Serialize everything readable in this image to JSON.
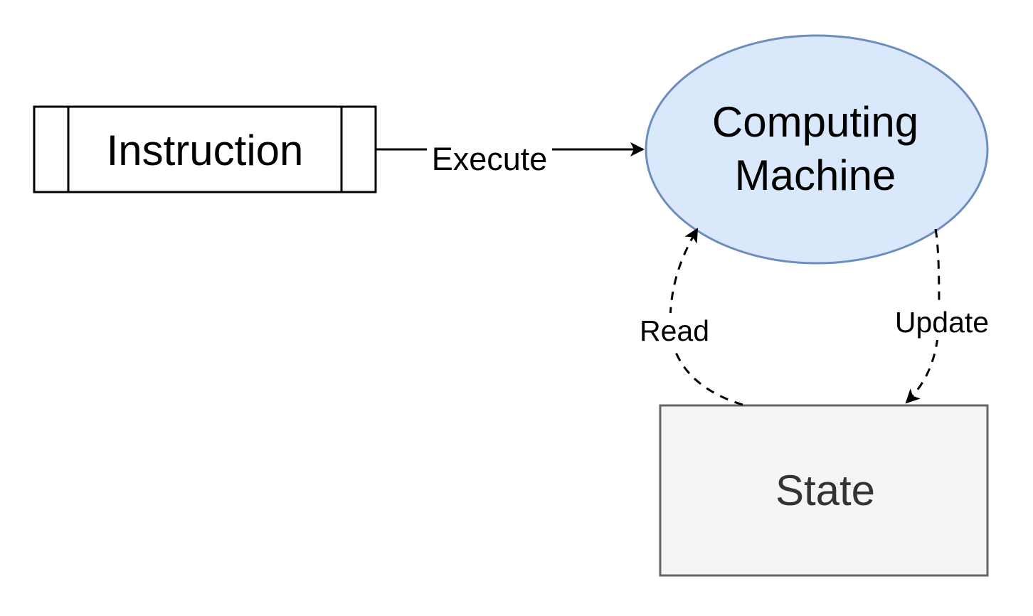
{
  "nodes": {
    "instruction": {
      "label": "Instruction"
    },
    "computing_machine": {
      "label_line1": "Computing",
      "label_line2": "Machine",
      "fill": "#dae8fc",
      "stroke": "#6c8ebf"
    },
    "state": {
      "label": "State",
      "fill": "#f5f5f5",
      "stroke": "#666666"
    }
  },
  "edges": {
    "execute": {
      "label": "Execute"
    },
    "read": {
      "label": "Read"
    },
    "update": {
      "label": "Update"
    }
  }
}
